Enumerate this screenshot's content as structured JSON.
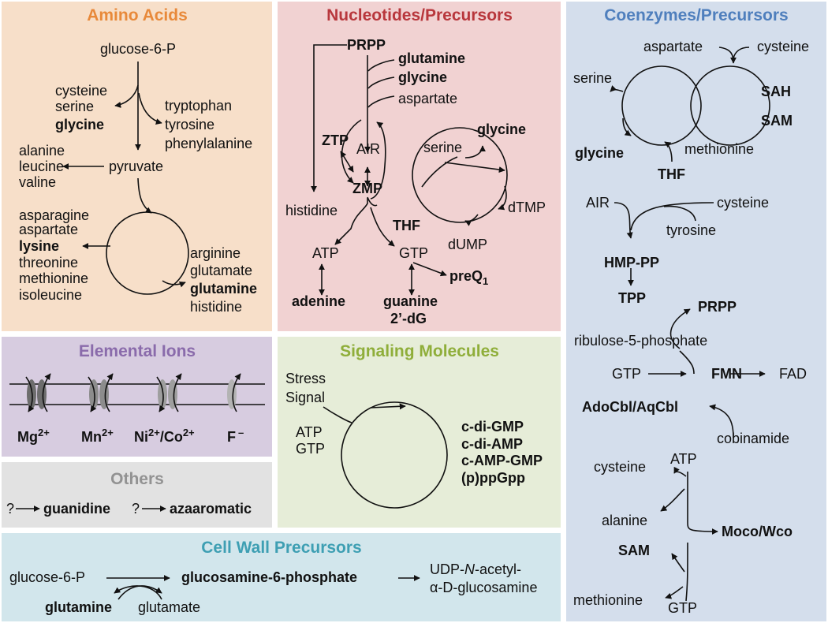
{
  "colors": {
    "amino_bg": "#f7dfc9",
    "nucl_bg": "#f1d2d2",
    "coenz_bg": "#d4deec",
    "ions_bg": "#d7cce0",
    "signal_bg": "#e6edd8",
    "others_bg": "#e2e2e2",
    "cell_bg": "#d2e6ec",
    "orange": "#e8893a",
    "red": "#b8373c",
    "blue": "#4f7fbd",
    "purple": "#8a6bab",
    "green": "#8fae3a",
    "gray": "#929292",
    "teal": "#3e9fb3"
  },
  "amino": {
    "title": "Amino Acids",
    "glucose": "glucose-6-P",
    "cysteine": "cysteine",
    "serine": "serine",
    "glycine": "glycine",
    "tryptophan": "tryptophan",
    "tyrosine": "tyrosine",
    "phenylalanine": "phenylalanine",
    "alanine": "alanine",
    "leucine": "leucine",
    "valine": "valine",
    "pyruvate": "pyruvate",
    "asparagine": "asparagine",
    "aspartate": "aspartate",
    "lysine": "lysine",
    "threonine": "threonine",
    "methionine": "methionine",
    "isoleucine": "isoleucine",
    "arginine": "arginine",
    "glutamate": "glutamate",
    "glutamine": "glutamine",
    "histidine": "histidine"
  },
  "nucl": {
    "title": "Nucleotides/Precursors",
    "prpp": "PRPP",
    "glutamine": "glutamine",
    "glycine1": "glycine",
    "aspartate": "aspartate",
    "air": "AIR",
    "ztp": "ZTP",
    "zmp": "ZMP",
    "glycine2": "glycine",
    "serine": "serine",
    "histidine": "histidine",
    "thf": "THF",
    "dtmp": "dTMP",
    "dump": "dUMP",
    "atp": "ATP",
    "gtp": "GTP",
    "preq": "preQ",
    "preq_sub": "1",
    "adenine": "adenine",
    "guanine": "guanine",
    "dg": "2’-dG"
  },
  "coenz": {
    "title": "Coenzymes/Precursors",
    "aspartate": "aspartate",
    "cysteine1": "cysteine",
    "serine": "serine",
    "sah": "SAH",
    "sam1": "SAM",
    "glycine": "glycine",
    "methionine1": "methionine",
    "thf": "THF",
    "air": "AIR",
    "cysteine2": "cysteine",
    "tyrosine": "tyrosine",
    "hmppp": "HMP-PP",
    "tpp": "TPP",
    "prpp": "PRPP",
    "ribulose": "ribulose-5-phosphate",
    "gtp1": "GTP",
    "fmn": "FMN",
    "fad": "FAD",
    "adocbl": "AdoCbl/AqCbl",
    "cobinamide": "cobinamide",
    "cysteine3": "cysteine",
    "atp": "ATP",
    "alanine": "alanine",
    "moco": "Moco/Wco",
    "sam2": "SAM",
    "methionine2": "methionine",
    "gtp2": "GTP"
  },
  "ions": {
    "title": "Elemental Ions",
    "mg": "Mg",
    "mg_sup": "2+",
    "mn": "Mn",
    "mn_sup": "2+",
    "ni": "Ni",
    "ni_sup": "2+",
    "co": "/Co",
    "co_sup": "2+",
    "f": "F",
    "f_sup": "–"
  },
  "signal": {
    "title": "Signaling Molecules",
    "stress": "Stress",
    "signal": "Signal",
    "atp": "ATP",
    "gtp": "GTP",
    "m1": "c-di-GMP",
    "m2": "c-di-AMP",
    "m3": "c-AMP-GMP",
    "m4": "(p)ppGpp"
  },
  "others": {
    "title": "Others",
    "q1": "?",
    "guanidine": "guanidine",
    "q2": "?",
    "azaaromatic": "azaaromatic"
  },
  "cell": {
    "title": "Cell Wall Precursors",
    "glucose": "glucose-6-P",
    "glucosamine": "glucosamine-6-phosphate",
    "udp1": "UDP-",
    "udp_n": "N",
    "udp2": "-acetyl-",
    "alpha": "α-D-glucosamine",
    "glutamine": "glutamine",
    "glutamate": "glutamate"
  }
}
